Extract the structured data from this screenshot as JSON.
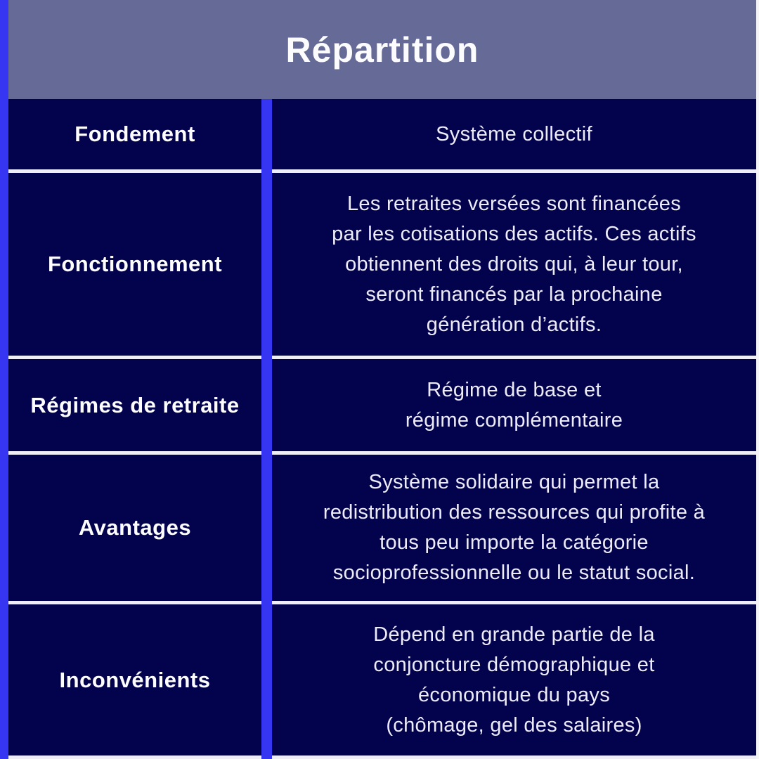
{
  "header": {
    "title": "Répartition"
  },
  "colors": {
    "accent_blue": "#3636f2",
    "header_background": "#666a96",
    "cell_background": "#03034d",
    "separator": "#efeef6",
    "label_text": "#fdfdff",
    "body_text": "#edebf7"
  },
  "table": {
    "rows": [
      {
        "label": "Fondement",
        "content": "Système collectif"
      },
      {
        "label": "Fonctionnement",
        "content": "Les retraites versées sont financées\npar les cotisations des actifs. Ces actifs\nobtiennent des droits qui, à leur tour,\nseront financés par la prochaine\ngénération d’actifs."
      },
      {
        "label": "Régimes de retraite",
        "content": "Régime de base et\nrégime complémentaire"
      },
      {
        "label": "Avantages",
        "content": "Système solidaire qui permet la\nredistribution des ressources qui profite à\ntous peu importe la catégorie\nsocioprofessionnelle ou le statut social."
      },
      {
        "label": "Inconvénients",
        "content": "Dépend en grande partie de la\nconjoncture démographique et\néconomique du pays\n(chômage, gel des salaires)"
      }
    ]
  }
}
